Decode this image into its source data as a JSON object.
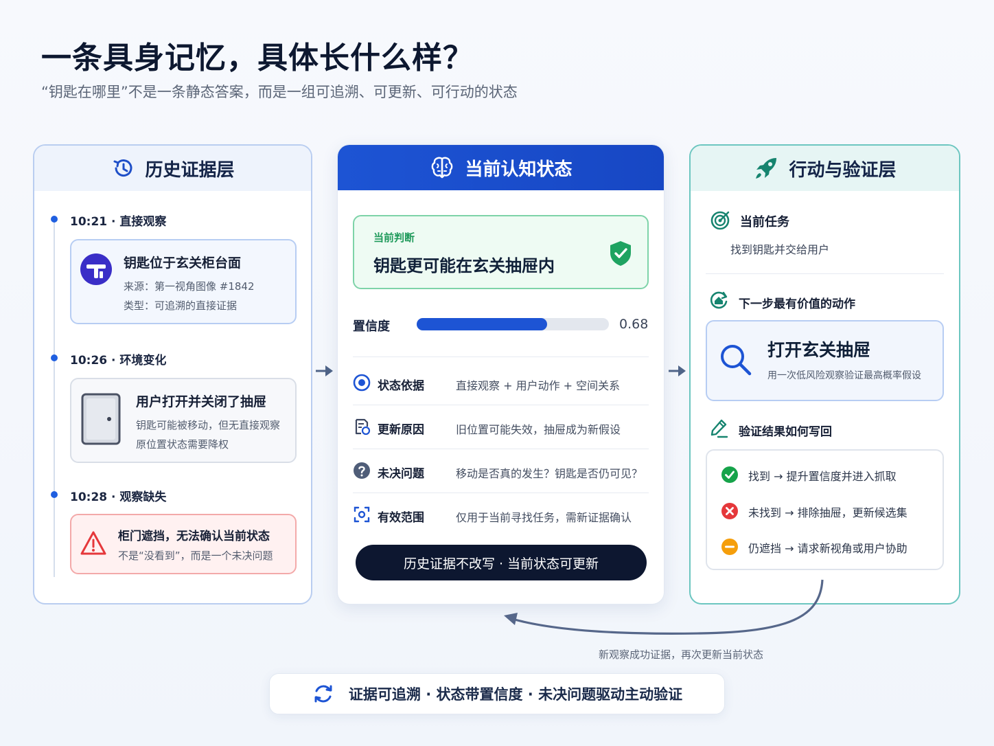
{
  "header": {
    "title": "一条具身记忆，具体长什么样？",
    "subtitle": "“钥匙在哪里”不是一条静态答案，而是一组可追溯、可更新、可行动的状态"
  },
  "history": {
    "title": "历史证据层",
    "events": [
      {
        "time_label": "10:21 · 直接观察",
        "title": "钥匙位于玄关柜台面",
        "lines": [
          "来源：第一视角图像 #1842",
          "类型：可追溯的直接证据"
        ]
      },
      {
        "time_label": "10:26 · 环境变化",
        "title": "用户打开并关闭了抽屉",
        "lines": [
          "钥匙可能被移动，但无直接观察",
          "原位置状态需要降权"
        ]
      },
      {
        "time_label": "10:28 · 观察缺失",
        "title": "柜门遮挡，无法确认当前状态",
        "lines": [
          "不是“没看到”，而是一个未决问题"
        ]
      }
    ]
  },
  "cognition": {
    "title": "当前认知状态",
    "verdict_label": "当前判断",
    "verdict": "钥匙更可能在玄关抽屉内",
    "confidence_label": "置信度",
    "confidence": 0.68,
    "confidence_text": "0.68",
    "rows": [
      {
        "label": "状态依据",
        "text": "直接观察 + 用户动作 + 空间关系"
      },
      {
        "label": "更新原因",
        "text": "旧位置可能失效，抽屉成为新假设"
      },
      {
        "label": "未决问题",
        "text": "移动是否真的发生？钥匙是否仍可见？"
      },
      {
        "label": "有效范围",
        "text": "仅用于当前寻找任务，需新证据确认"
      }
    ],
    "pill": "历史证据不改写 · 当前状态可更新"
  },
  "action": {
    "title": "行动与验证层",
    "task_label": "当前任务",
    "task_text": "找到钥匙并交给用户",
    "next_label": "下一步最有价值的动作",
    "next_title": "打开玄关抽屉",
    "next_desc": "用一次低风险观察验证最高概率假设",
    "writeback_label": "验证结果如何写回",
    "outcomes": [
      {
        "text": "找到  →  提升置信度并进入抓取",
        "color": "#16a34a"
      },
      {
        "text": "未找到  →  排除抽屉，更新候选集",
        "color": "#e5383b"
      },
      {
        "text": "仍遮挡  →  请求新视角或用户协助",
        "color": "#f59e0b"
      }
    ]
  },
  "loop_label": "新观察成功证据，再次更新当前状态",
  "footer": "证据可追溯 · 状态带置信度 · 未决问题驱动主动验证",
  "colors": {
    "primary": "#1d54d4",
    "success": "#16a34a",
    "danger": "#e5383b",
    "warning": "#f59e0b",
    "teal": "#6cc6c0"
  }
}
